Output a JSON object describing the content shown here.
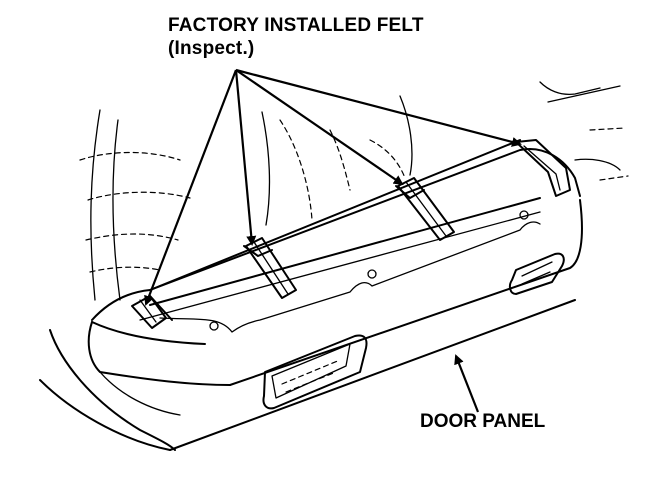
{
  "labels": {
    "felt_title_line1": "FACTORY INSTALLED FELT",
    "felt_title_line2": "(Inspect.)",
    "door_panel": "DOOR PANEL"
  },
  "colors": {
    "line": "#000000",
    "background": "#ffffff"
  }
}
